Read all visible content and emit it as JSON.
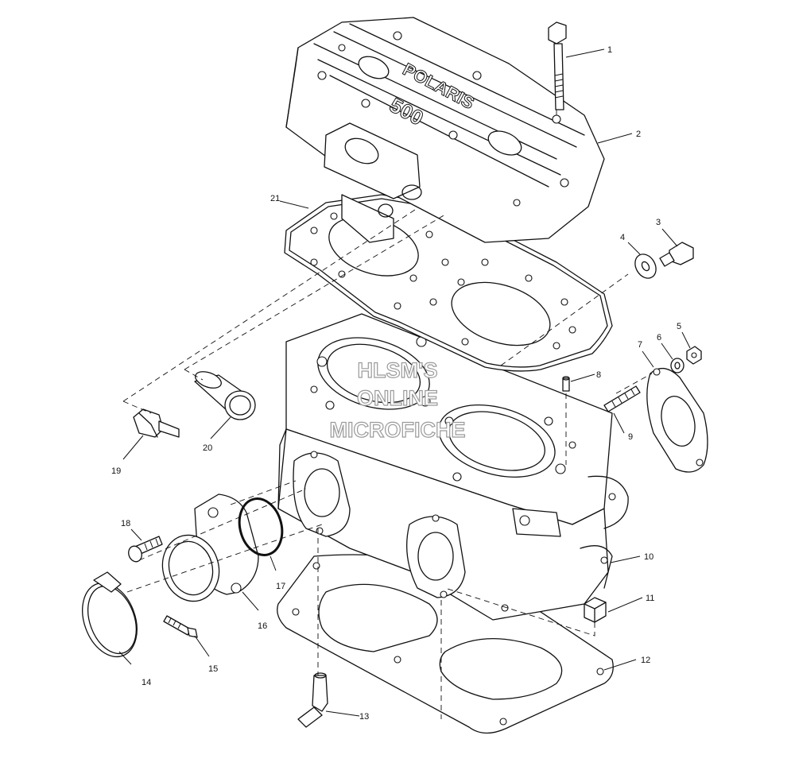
{
  "watermark": {
    "line1": "HLSM'S",
    "line2": "ONLINE",
    "line3": "MICROFICHE",
    "color": "#9a9a9a"
  },
  "embossing": {
    "brand": "POLARIS",
    "model": "500"
  },
  "callouts": [
    {
      "label": "1"
    },
    {
      "label": "2"
    },
    {
      "label": "3"
    },
    {
      "label": "4"
    },
    {
      "label": "5"
    },
    {
      "label": "6"
    },
    {
      "label": "7"
    },
    {
      "label": "8"
    },
    {
      "label": "9"
    },
    {
      "label": "10"
    },
    {
      "label": "11"
    },
    {
      "label": "12"
    },
    {
      "label": "13"
    },
    {
      "label": "14"
    },
    {
      "label": "15"
    },
    {
      "label": "16"
    },
    {
      "label": "17"
    },
    {
      "label": "18"
    },
    {
      "label": "19"
    },
    {
      "label": "20"
    },
    {
      "label": "21"
    }
  ]
}
